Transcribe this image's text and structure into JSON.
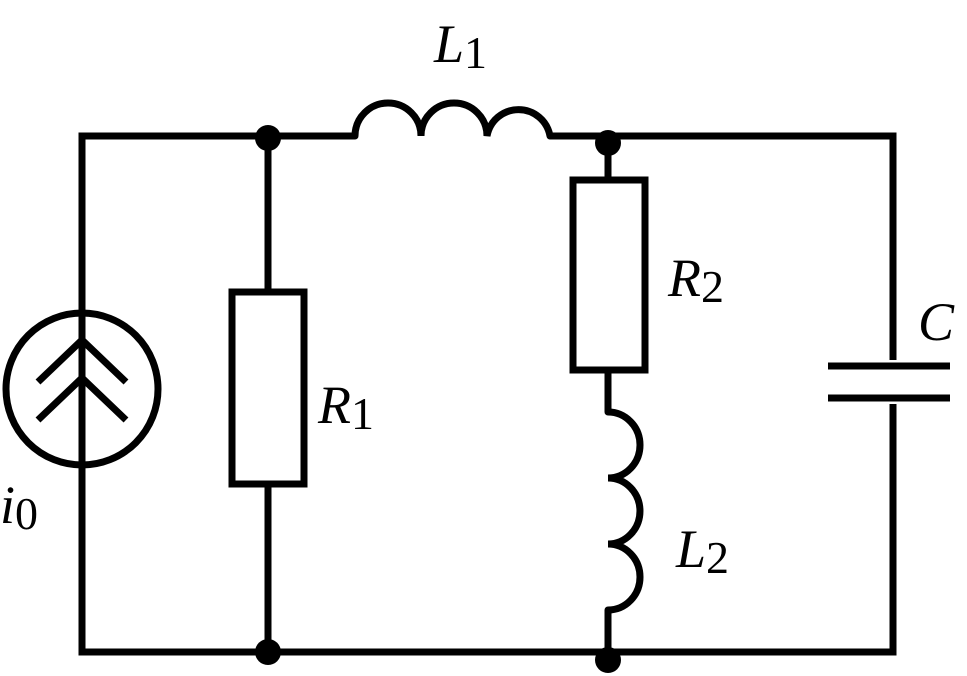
{
  "components": {
    "source": {
      "symbol": "i",
      "subscript": "0"
    },
    "r1": {
      "symbol": "R",
      "subscript": "1"
    },
    "l1": {
      "symbol": "L",
      "subscript": "1"
    },
    "r2": {
      "symbol": "R",
      "subscript": "2"
    },
    "l2": {
      "symbol": "L",
      "subscript": "2"
    },
    "c": {
      "symbol": "C",
      "subscript": ""
    }
  }
}
